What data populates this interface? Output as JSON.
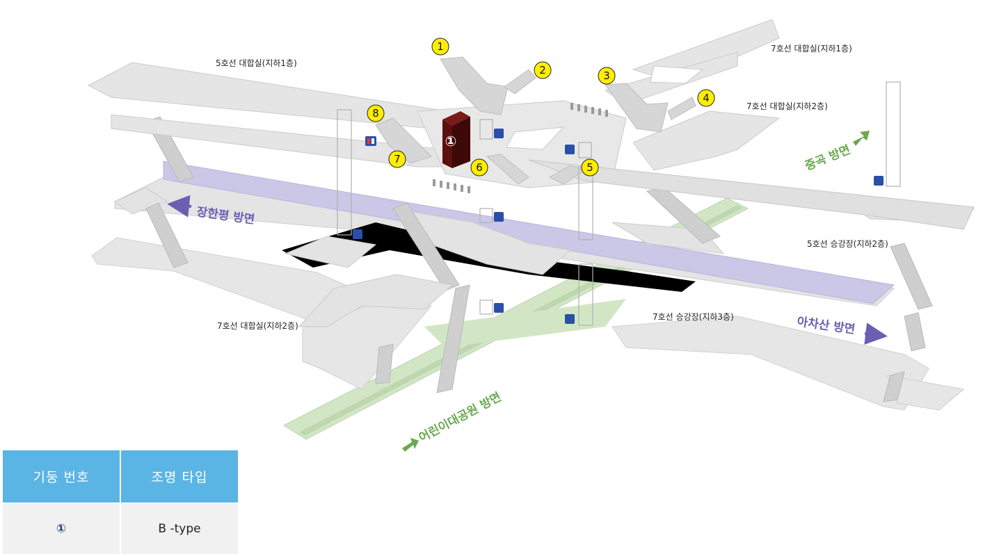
{
  "labels": {
    "line5_concourse_b1": "5호선 대합실(지하1층)",
    "line7_concourse_b1": "7호선 대합실(지하1층)",
    "line7_concourse_b2_right": "7호선 대합실(지하2층)",
    "line5_platform_b2": "5호선 승강장(지하2층)",
    "line7_concourse_b2_left": "7호선 대합실(지하2층)",
    "line7_platform_b3": "7호선 승강장(지하3층)"
  },
  "directions": {
    "janghanpyeong": "장한평 방면",
    "achasan": "아차산 방면",
    "junggok": "중곡 방면",
    "childrens_park": "어린이대공원 방면"
  },
  "exits": [
    "1",
    "2",
    "3",
    "4",
    "5",
    "6",
    "7",
    "8"
  ],
  "pillar_marker": "①",
  "table": {
    "headers": [
      "기둥 번호",
      "조명 타입"
    ],
    "rows": [
      [
        "①",
        "B -type"
      ]
    ]
  },
  "colors": {
    "floor": "#e3e3e3",
    "floor_edge": "#c9c9c9",
    "line5_track": "#c9c6e6",
    "line7_track": "#cfe3c4",
    "exit_marker": "#ffee00",
    "pillar": "#5c0f0f",
    "header_bg": "#5ab4e4",
    "arrow_purple": "#6a5fb0",
    "arrow_green": "#6aa84f",
    "elevator_icon": "#2a4fa8"
  }
}
